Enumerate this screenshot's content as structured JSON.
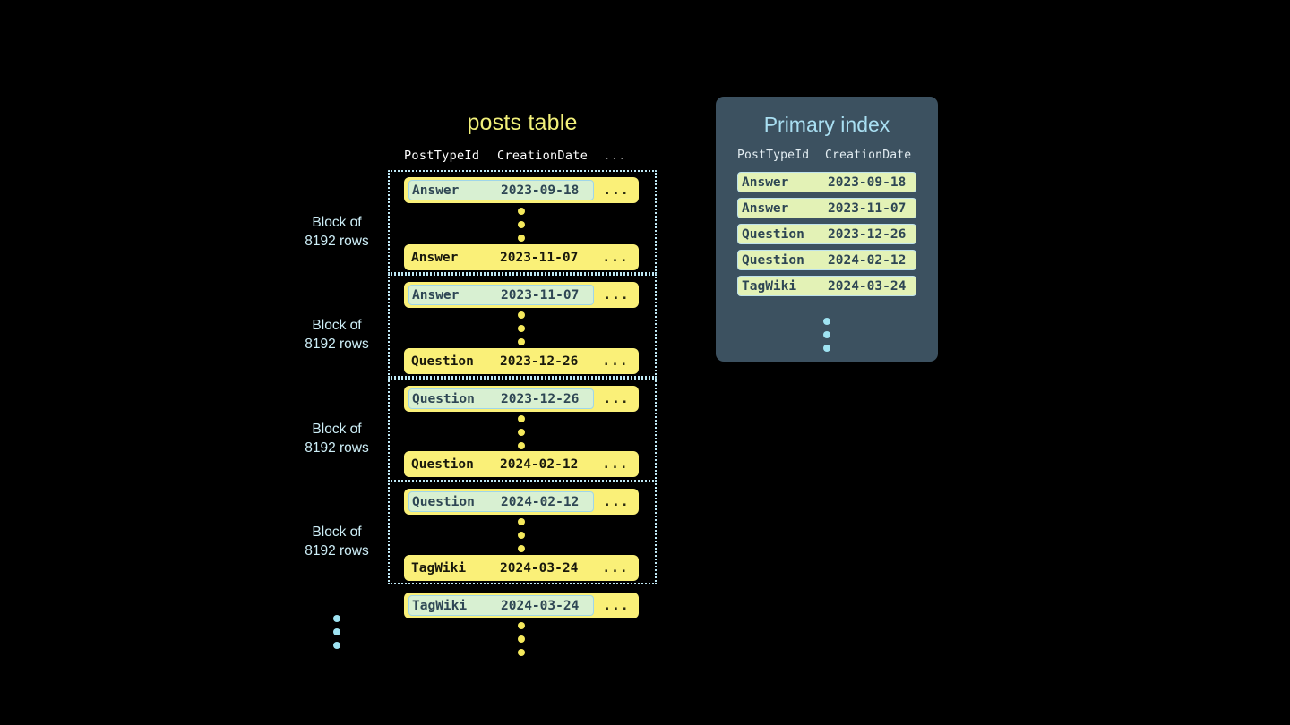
{
  "posts_table": {
    "title": "posts table",
    "columns": [
      "PostTypeId",
      "CreationDate",
      "..."
    ],
    "ellipsis_label": "...",
    "blocks": [
      {
        "label_line1": "Block of",
        "label_line2": "8192 rows",
        "first_row": {
          "type": "Answer",
          "date": "2023-09-18",
          "more": "...",
          "highlighted": true
        },
        "last_row": {
          "type": "Answer",
          "date": "2023-11-07",
          "more": "...",
          "highlighted": false
        }
      },
      {
        "label_line1": "Block of",
        "label_line2": "8192 rows",
        "first_row": {
          "type": "Answer",
          "date": "2023-11-07",
          "more": "...",
          "highlighted": true
        },
        "last_row": {
          "type": "Question",
          "date": "2023-12-26",
          "more": "...",
          "highlighted": false
        }
      },
      {
        "label_line1": "Block of",
        "label_line2": "8192 rows",
        "first_row": {
          "type": "Question",
          "date": "2023-12-26",
          "more": "...",
          "highlighted": true
        },
        "last_row": {
          "type": "Question",
          "date": "2024-02-12",
          "more": "...",
          "highlighted": false
        }
      },
      {
        "label_line1": "Block of",
        "label_line2": "8192 rows",
        "first_row": {
          "type": "Question",
          "date": "2024-02-12",
          "more": "...",
          "highlighted": true
        },
        "last_row": {
          "type": "TagWiki",
          "date": "2024-03-24",
          "more": "...",
          "highlighted": false
        }
      }
    ],
    "trailing_row": {
      "type": "TagWiki",
      "date": "2024-03-24",
      "more": "...",
      "highlighted": true
    }
  },
  "primary_index": {
    "title": "Primary index",
    "columns": [
      "PostTypeId",
      "CreationDate"
    ],
    "rows": [
      {
        "type": "Answer",
        "date": "2023-09-18"
      },
      {
        "type": "Answer",
        "date": "2023-11-07"
      },
      {
        "type": "Question",
        "date": "2023-12-26"
      },
      {
        "type": "Question",
        "date": "2024-02-12"
      },
      {
        "type": "TagWiki",
        "date": "2024-03-24"
      }
    ]
  },
  "colors": {
    "background": "#000000",
    "table_title": "#f2f07a",
    "row_yellow": "#faf078",
    "row_highlight_bg": "#d8f0d2",
    "row_highlight_border": "#9fd6ea",
    "block_border": "#bfe8f5",
    "block_label": "#cdeef7",
    "panel_bg": "#3c5160",
    "panel_title": "#a9dff2",
    "index_row_bg": "#e3f2b6",
    "dot_yellow": "#f5e95c",
    "dot_blue": "#9fe3f2"
  }
}
